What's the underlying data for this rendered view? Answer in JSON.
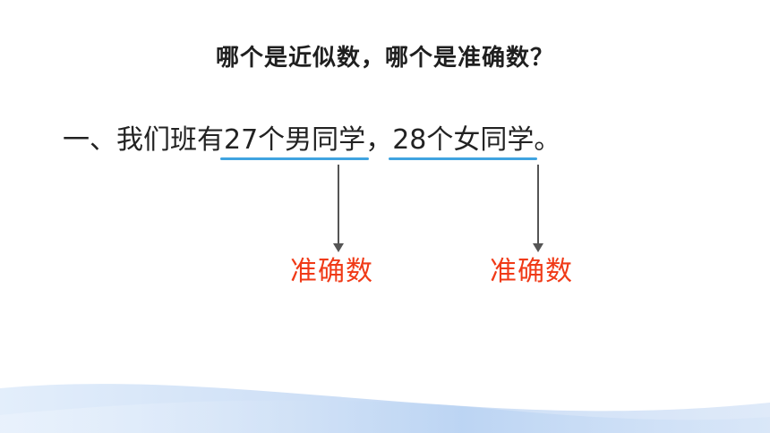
{
  "slide": {
    "title": "哪个是近似数，哪个是准确数？",
    "sentence": {
      "prefix": "一、我们班有",
      "item1": "27个男同学",
      "comma": "，",
      "item2": "28个女同学",
      "suffix": "。"
    },
    "answers": [
      "准确数",
      "准确数"
    ]
  },
  "colors": {
    "underline": "#3fa3e0",
    "answer": "#f03a17",
    "arrow": "#555555",
    "wave": "#cfe3f7"
  }
}
